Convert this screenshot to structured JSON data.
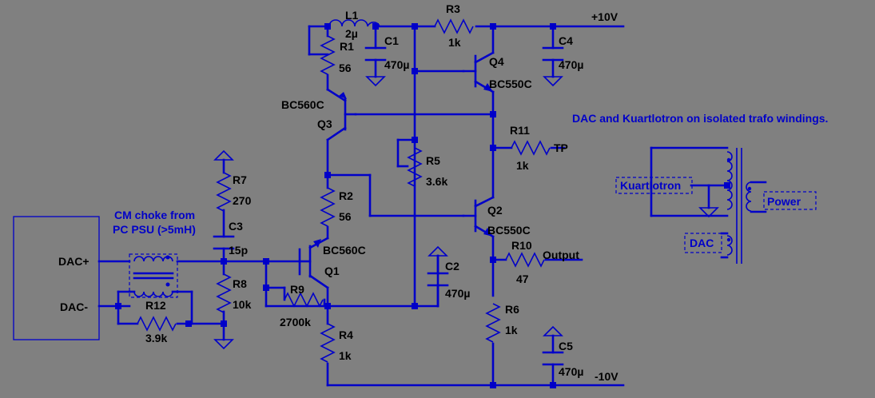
{
  "colors": {
    "background": "#808080",
    "wire": "#0000c8",
    "label": "#000000",
    "note": "#0000c8"
  },
  "rails": {
    "positive": "+10V",
    "negative": "-10V"
  },
  "note": "DAC and Kuartlotron on isolated trafo windings.",
  "choke_note": {
    "line1": "CM choke from",
    "line2": "PC PSU (>5mH)"
  },
  "ports": {
    "dac_plus": "DAC+",
    "dac_minus": "DAC-",
    "tp": "TP",
    "output": "Output"
  },
  "trafo_labels": {
    "kuartlotron": "Kuartlotron",
    "dac": "DAC",
    "power": "Power"
  },
  "components": {
    "L1": {
      "name": "L1",
      "value": "2µ"
    },
    "R1": {
      "name": "R1",
      "value": "56"
    },
    "R2": {
      "name": "R2",
      "value": "56"
    },
    "R3": {
      "name": "R3",
      "value": "1k"
    },
    "R4": {
      "name": "R4",
      "value": "1k"
    },
    "R5": {
      "name": "R5",
      "value": "3.6k"
    },
    "R6": {
      "name": "R6",
      "value": "1k"
    },
    "R7": {
      "name": "R7",
      "value": "270"
    },
    "R8": {
      "name": "R8",
      "value": "10k"
    },
    "R9": {
      "name": "R9",
      "value": "2700k"
    },
    "R10": {
      "name": "R10",
      "value": "47"
    },
    "R11": {
      "name": "R11",
      "value": "1k"
    },
    "R12": {
      "name": "R12",
      "value": "3.9k"
    },
    "C1": {
      "name": "C1",
      "value": "470µ"
    },
    "C2": {
      "name": "C2",
      "value": "470µ"
    },
    "C3": {
      "name": "C3",
      "value": "15p"
    },
    "C4": {
      "name": "C4",
      "value": "470µ"
    },
    "C5": {
      "name": "C5",
      "value": "470µ"
    },
    "Q1": {
      "name": "Q1",
      "value": "BC560C"
    },
    "Q2": {
      "name": "Q2",
      "value": "BC550C"
    },
    "Q3": {
      "name": "Q3",
      "value": "BC560C"
    },
    "Q4": {
      "name": "Q4",
      "value": "BC550C"
    }
  }
}
